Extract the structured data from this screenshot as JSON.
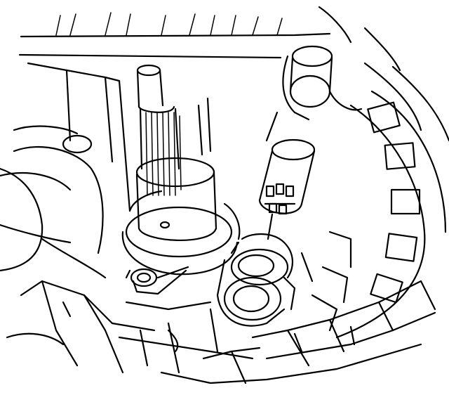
{
  "figure": {
    "background_color": "#ffffff",
    "line_color": "#000000",
    "parts": [
      "transmission-case",
      "input-shaft",
      "shaft-seal-housing",
      "speed-sensor",
      "shift-fork",
      "bellhousing-ribs"
    ]
  }
}
